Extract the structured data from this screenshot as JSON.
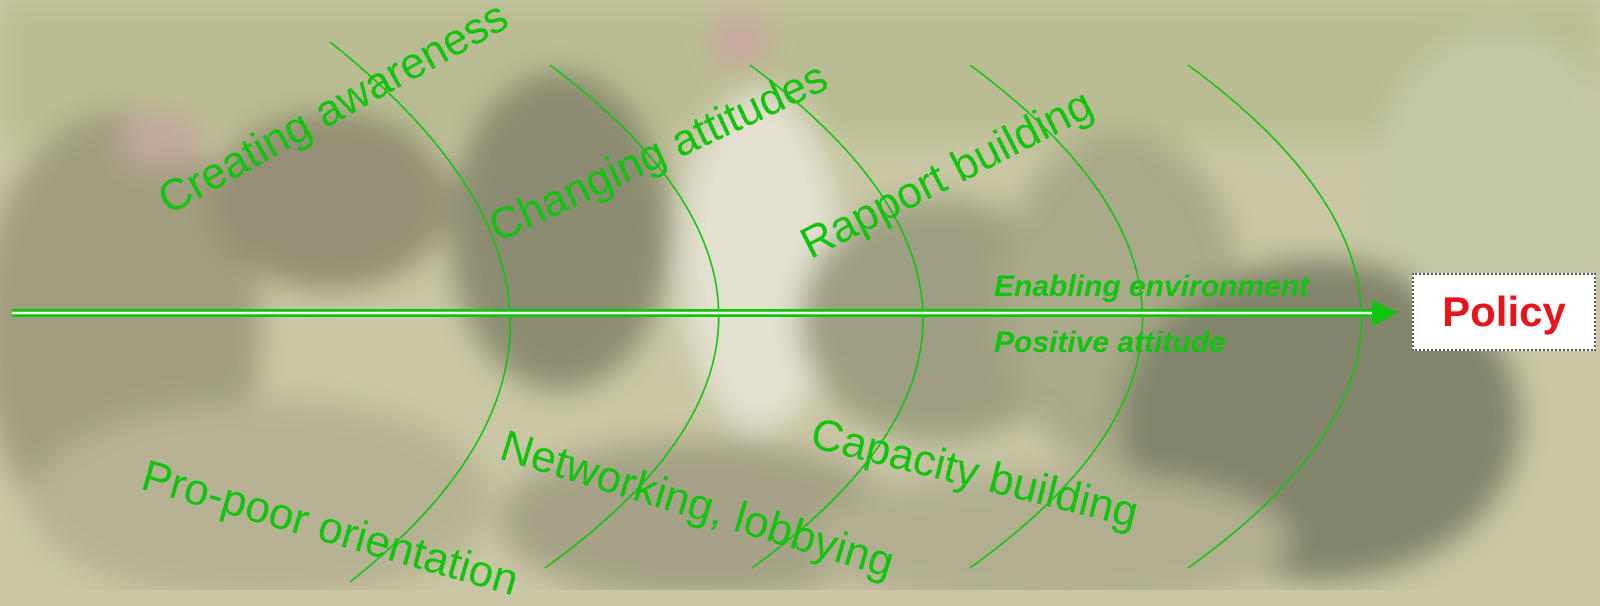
{
  "goal": {
    "label": "Policy"
  },
  "flow_labels": {
    "above": "Enabling environment",
    "below": "Positive attitude"
  },
  "upper_labels": [
    "Creating awareness",
    "Changing attitudes",
    "Rapport building"
  ],
  "lower_labels": [
    "Pro-poor orientation",
    "Networking, lobbying",
    "Capacity building"
  ],
  "colors": {
    "green": "#10c40e",
    "policy_red": "#e8141b",
    "box_fill": "#ffffff"
  }
}
